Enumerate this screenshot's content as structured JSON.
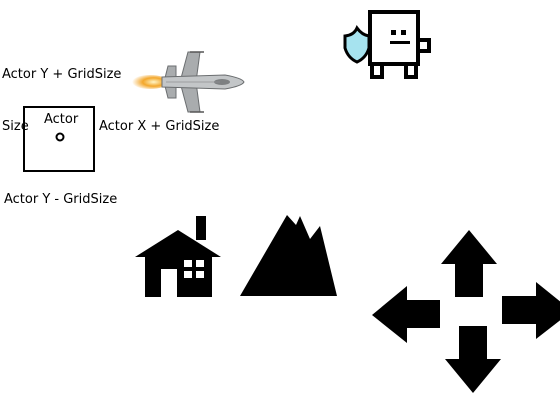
{
  "labels": {
    "actor_y_plus": "Actor Y + GridSize",
    "actor_x_minus_partial": "Size",
    "actor": "Actor",
    "actor_x_plus": "Actor X + GridSize",
    "actor_y_minus": "Actor Y - GridSize"
  },
  "sprites": [
    "fighter-jet-icon",
    "robot-with-shield-icon",
    "house-icon",
    "mountain-icon",
    "arrow-up-icon",
    "arrow-left-icon",
    "arrow-right-icon",
    "arrow-down-icon"
  ],
  "colors": {
    "background": "#ffffff",
    "ink": "#000000",
    "shield": "#a6e3ef",
    "jet_body": "#b9bcbe",
    "jet_flame": "#f3a72b"
  }
}
